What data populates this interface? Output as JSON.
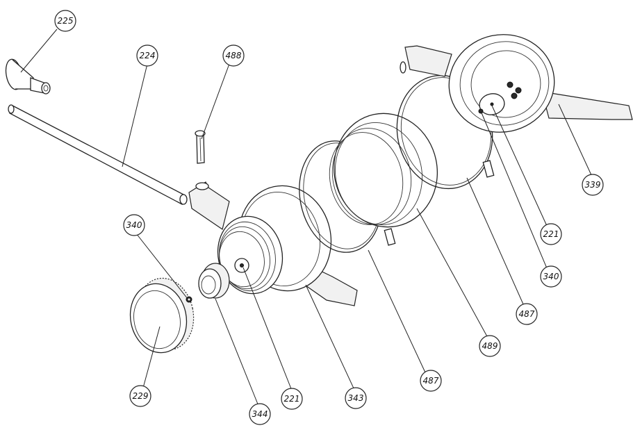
{
  "callouts": [
    {
      "id": "c225",
      "text": "225"
    },
    {
      "id": "c224",
      "text": "224"
    },
    {
      "id": "c488",
      "text": "488"
    },
    {
      "id": "c339",
      "text": "339"
    },
    {
      "id": "c340a",
      "text": "340"
    },
    {
      "id": "c340b",
      "text": "340"
    },
    {
      "id": "c221a",
      "text": "221"
    },
    {
      "id": "c221b",
      "text": "221"
    },
    {
      "id": "c487a",
      "text": "487"
    },
    {
      "id": "c487b",
      "text": "487"
    },
    {
      "id": "c489",
      "text": "489"
    },
    {
      "id": "c343",
      "text": "343"
    },
    {
      "id": "c344",
      "text": "344"
    },
    {
      "id": "c229",
      "text": "229"
    }
  ]
}
